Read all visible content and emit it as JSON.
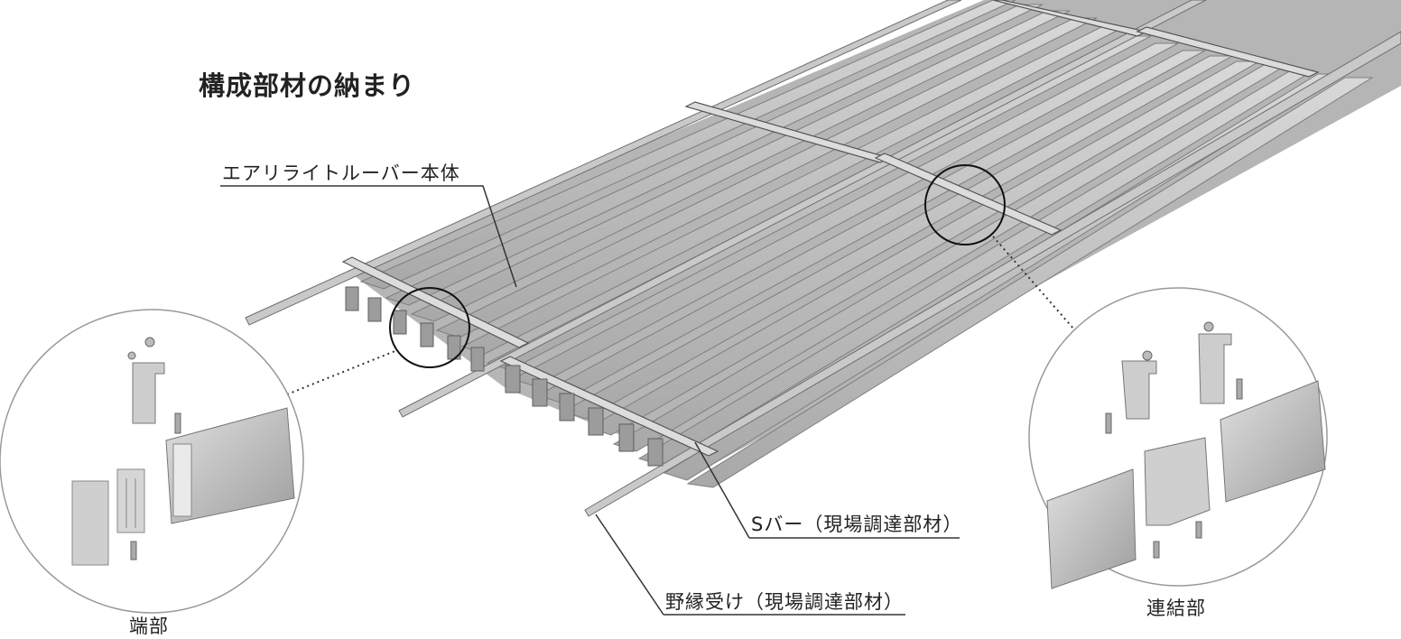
{
  "title": "構成部材の納まり",
  "labels": {
    "louver_body": "エアリライトルーバー本体",
    "s_bar": "Sバー（現場調達部材）",
    "nobuchi_uke": "野縁受け（現場調達部材）",
    "end_part": "端部",
    "joint_part": "連結部"
  },
  "colors": {
    "louver_top": "#c4c4c4",
    "louver_side": "#8d8d8d",
    "rail": "#a9a9a9",
    "leader": "#333333"
  }
}
